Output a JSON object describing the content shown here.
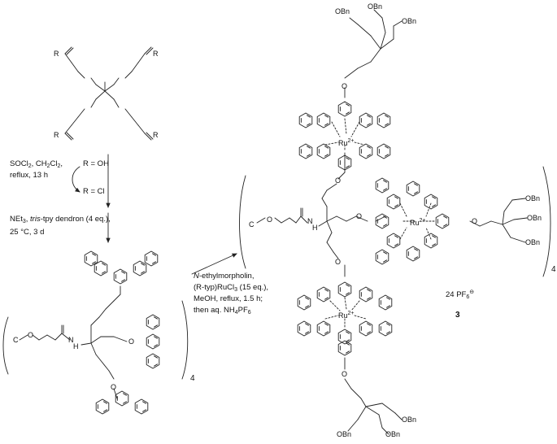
{
  "start_material": {
    "substituent_r": "R"
  },
  "step1": {
    "reagents_line1": "SOCl",
    "reagents_line1_sub": "2",
    "reagents_line1_rest": ", CH",
    "reagents_line1_sub2": "2",
    "reagents_line1_end": "Cl",
    "reagents_line1_sub3": "2",
    "reagents_line1_tail": ",",
    "reagents_line2": "reflux, 13 h",
    "r_before": "R = OH",
    "r_after": "R = Cl"
  },
  "step2": {
    "line1_a": "NEt",
    "line1_sub": "3",
    "line1_b": ", ",
    "line1_ital": "tris",
    "line1_c": "-tpy dendron (4 eq.),",
    "line2": "25 °C, 3 d"
  },
  "step3": {
    "line1_ital": "N",
    "line1_rest": "-ethylmorpholin,",
    "line2_a": "(R-typ)RuCl",
    "line2_sub": "3",
    "line2_b": " (15 eq.),",
    "line3": "MeOH, reflux, 1.5 h;",
    "line4_a": "then aq. NH",
    "line4_sub": "4",
    "line4_b": "PF",
    "line4_sub2": "6"
  },
  "intermediate": {
    "core": "C",
    "nh": "H",
    "n_label": "N",
    "o_label": "O",
    "multiplier": "4"
  },
  "product": {
    "core": "C",
    "nh": "H",
    "n_label": "N",
    "o_label": "O",
    "obn": "OBn",
    "ru": "Ru",
    "ru_charge": "2+",
    "counterion": "24 PF",
    "counterion_sub": "6",
    "counterion_charge": "⊖",
    "multiplier": "4",
    "compound_number": "3"
  }
}
